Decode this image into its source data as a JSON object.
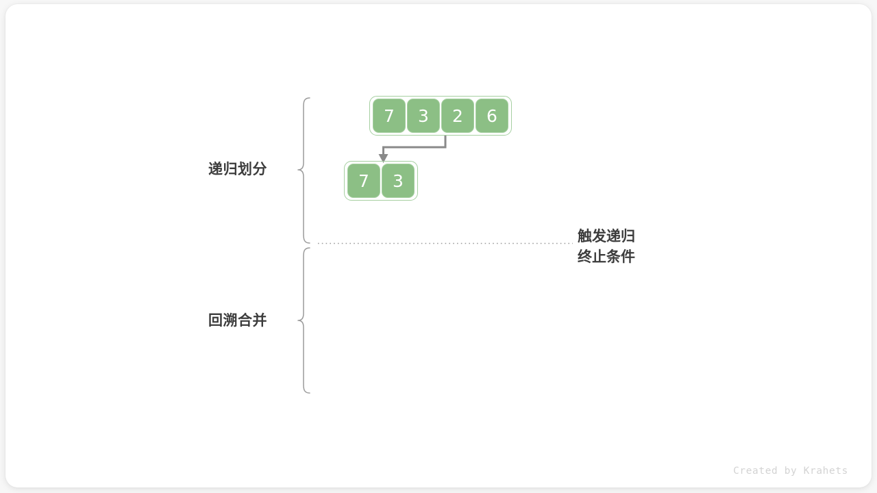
{
  "figure": {
    "title": "merge-sort-recursion-divide-and-merge",
    "credit": "Created by Krahets",
    "colors": {
      "cell_fill": "#8cbf85",
      "cell_outline": "#a5cfa0",
      "cell_text": "#ffffff",
      "label_text": "#3c3c3c",
      "arrow": "#8a8a8a",
      "brace": "#9a9a9a",
      "dotted_line": "#9a9a9a",
      "card_background": "#ffffff",
      "page_background": "#f7f7f7",
      "credit_text": "#d3d3d3"
    }
  },
  "phases": [
    {
      "id": "divide",
      "label": "递归划分"
    },
    {
      "id": "merge",
      "label": "回溯合并"
    }
  ],
  "annotations": {
    "terminate": {
      "line1": "触发递归",
      "line2": "终止条件"
    }
  },
  "arrays": [
    {
      "id": "row-top",
      "level": 0,
      "values": [
        "7",
        "3",
        "2",
        "6"
      ]
    },
    {
      "id": "row-bottom",
      "level": 1,
      "values": [
        "7",
        "3"
      ]
    }
  ],
  "connectors": [
    {
      "id": "split-arrow",
      "from_array": "row-top",
      "to_array": "row-bottom",
      "style": "elbow-arrow",
      "color": "#8a8a8a"
    }
  ],
  "separator": {
    "id": "recursion-base-case-line",
    "style": "dotted",
    "color": "#9a9a9a"
  }
}
